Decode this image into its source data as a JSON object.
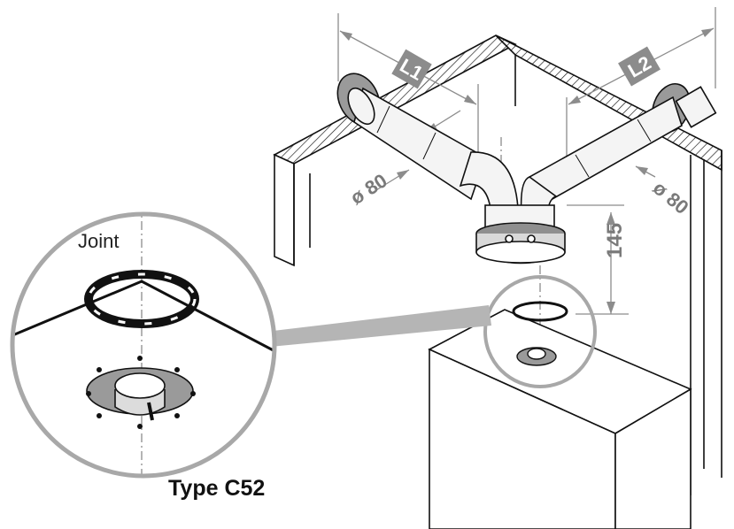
{
  "labels": {
    "L1": "L1",
    "L2": "L2",
    "diameter_left": "ø 80",
    "diameter_right": "ø 80",
    "height": "145",
    "joint": "Joint",
    "caption": "Type C52"
  },
  "colors": {
    "line": "#111111",
    "dimension": "#8c8c8c",
    "label_box": "#8c8c8c",
    "wall_face": "#ffffff",
    "pipe_fill": "#f4f4f4",
    "terminal_disc": "#9a9a9a",
    "magnifier_ring": "#a8a8a8",
    "collar": "#8f8f8f"
  }
}
